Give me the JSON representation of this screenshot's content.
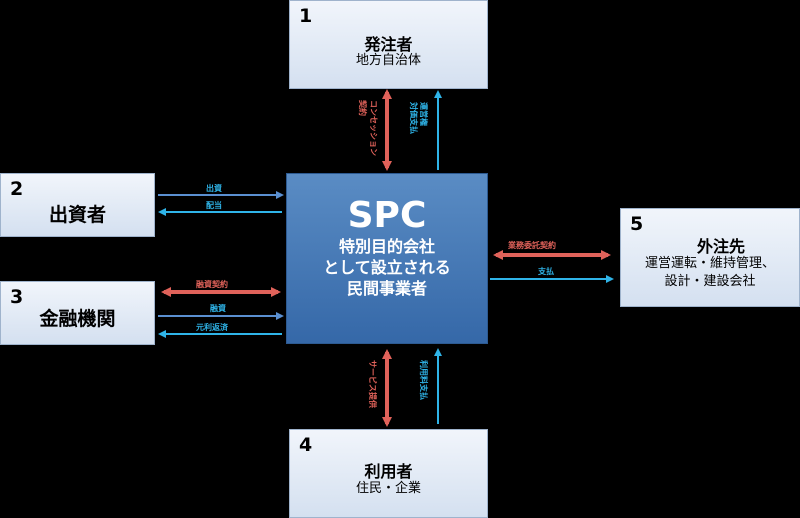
{
  "boxes": {
    "orderer": {
      "num": "1",
      "title": "発注者",
      "sub": "地方自治体"
    },
    "investor": {
      "num": "2",
      "title": "出資者"
    },
    "bank": {
      "num": "3",
      "title": "金融機関"
    },
    "user": {
      "num": "4",
      "title": "利用者",
      "sub": "住民・企業"
    },
    "contractor": {
      "num": "5",
      "title": "外注先",
      "sub1": "運営運転・維持管理、",
      "sub2": "設計・建設会社"
    }
  },
  "spc": {
    "title": "SPC",
    "line1": "特別目的会社",
    "line2": "として設立される",
    "line3": "民間事業者"
  },
  "arrow_labels": {
    "orderer_red1": "コンセッション",
    "orderer_red2": "契約",
    "orderer_blue1": "運営権",
    "orderer_blue2": "対価支払",
    "investor_top": "出資",
    "investor_bottom": "配当",
    "bank_red": "融資契約",
    "bank_mid": "融資",
    "bank_bottom": "元利返済",
    "contractor_red": "業務委託契約",
    "contractor_blue": "支払",
    "user_red": "サービス提供",
    "user_blue": "利用料支払"
  },
  "colors": {
    "red": "#e0625a",
    "blue": "#2fb4e8",
    "link_blue": "#5a8fd0",
    "spc_fill": "#4a7cb8"
  }
}
